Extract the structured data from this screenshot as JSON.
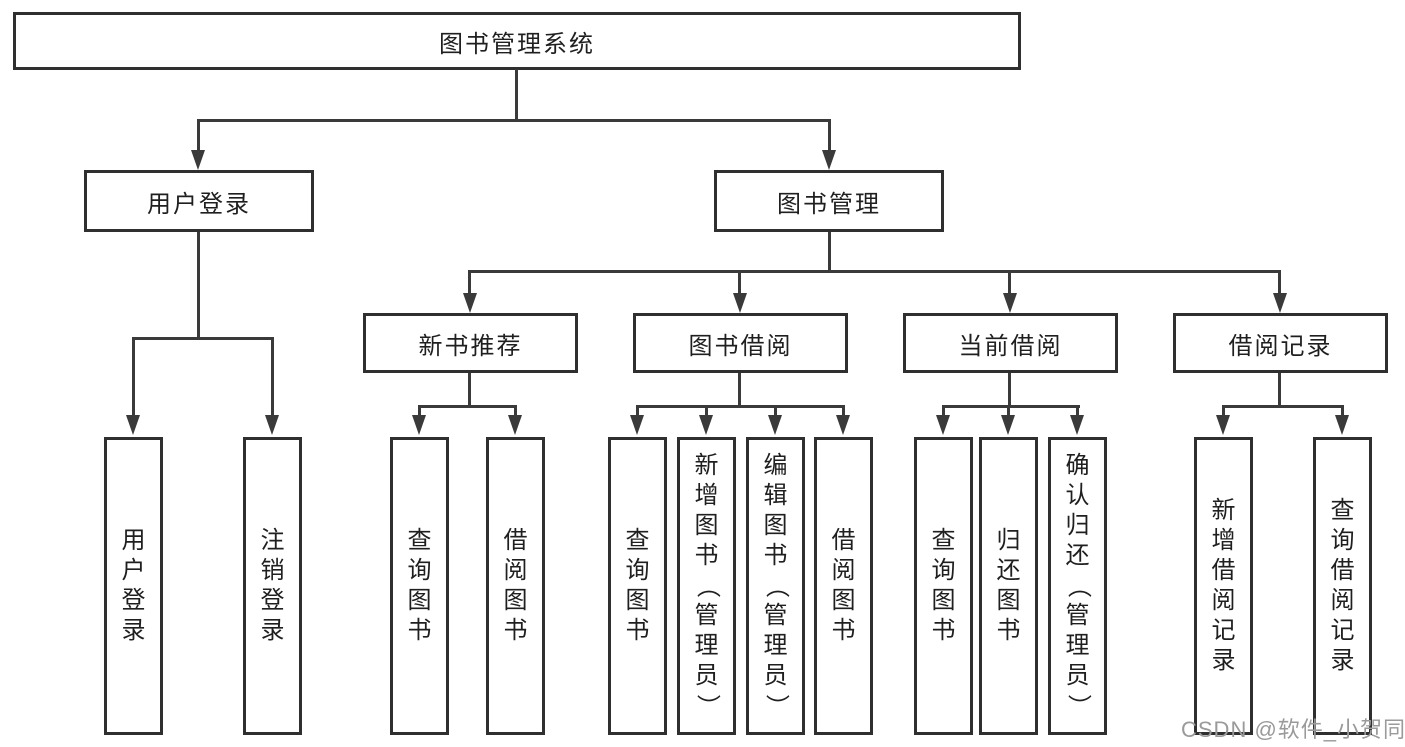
{
  "root": {
    "label": "图书管理系统"
  },
  "branches": [
    {
      "label": "用户登录",
      "leaves": [
        "用户登录",
        "注销登录"
      ]
    },
    {
      "label": "图书管理",
      "groups": [
        {
          "label": "新书推荐",
          "leaves": [
            "查询图书",
            "借阅图书"
          ]
        },
        {
          "label": "图书借阅",
          "leaves": [
            "查询图书",
            "新增图书（管理员）",
            "编辑图书（管理员）",
            "借阅图书"
          ]
        },
        {
          "label": "当前借阅",
          "leaves": [
            "查询图书",
            "归还图书",
            "确认归还（管理员）"
          ]
        },
        {
          "label": "借阅记录",
          "leaves": [
            "新增借阅记录",
            "查询借阅记录"
          ]
        }
      ]
    }
  ],
  "watermark": "CSDN @软件_小贺同学",
  "colors": {
    "background": "#ffffff",
    "box_border": "#2f2f2f",
    "connector_line": "#3a3a3a",
    "text": "#1f1f1f",
    "watermark": "#9a9a9a"
  }
}
